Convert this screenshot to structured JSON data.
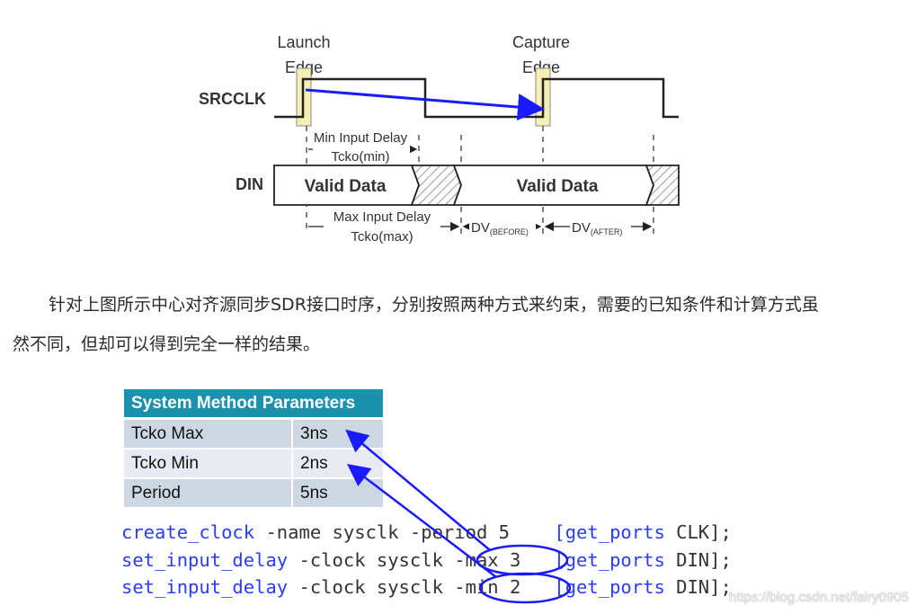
{
  "diagram": {
    "launch_edge_line1": "Launch",
    "launch_edge_line2": "Edge",
    "capture_edge_line1": "Capture",
    "capture_edge_line2": "Edge",
    "clock_signal": "SRCCLK",
    "data_signal": "DIN",
    "valid_data_1": "Valid Data",
    "valid_data_2": "Valid Data",
    "min_delay_line1": "Min Input Delay",
    "min_delay_line2": "Tcko(min)",
    "max_delay_line1": "Max Input Delay",
    "max_delay_line2": "Tcko(max)",
    "dv_before_main": "DV",
    "dv_before_sub": "(BEFORE)",
    "dv_after_main": "DV",
    "dv_after_sub": "(AFTER)",
    "colors": {
      "edge_highlight": "#f6efb4",
      "arrow": "#1a1aff"
    }
  },
  "paragraph": {
    "line1": "针对上图所示中心对齐源同步SDR接口时序，分别按照两种方式来约束，需要的已知条件和计算方式虽",
    "line2": "然不同，但却可以得到完全一样的结果。"
  },
  "params_table": {
    "header": "System Method Parameters",
    "rows": [
      {
        "name": "Tcko Max",
        "value": "3ns"
      },
      {
        "name": "Tcko Min",
        "value": "2ns"
      },
      {
        "name": "Period",
        "value": "5ns"
      }
    ],
    "colors": {
      "header_bg": "#1a92ad",
      "row_dark": "#cdd7e1",
      "row_light": "#e7ebf1"
    }
  },
  "code": [
    {
      "cmd": "create_clock",
      "args": " -name sysclk -period 5",
      "gap": "    ",
      "port_cmd": "[get_ports",
      "port": " CLK];"
    },
    {
      "cmd": "set_input_delay",
      "args": " -clock sysclk -max 3",
      "gap": "   ",
      "port_cmd": "[get_ports",
      "port": " DIN];"
    },
    {
      "cmd": "set_input_delay",
      "args": " -clock sysclk -min 2",
      "gap": "   ",
      "port_cmd": "[get_ports",
      "port": " DIN];"
    }
  ],
  "watermark": "https://blog.csdn.net/fairy0905"
}
